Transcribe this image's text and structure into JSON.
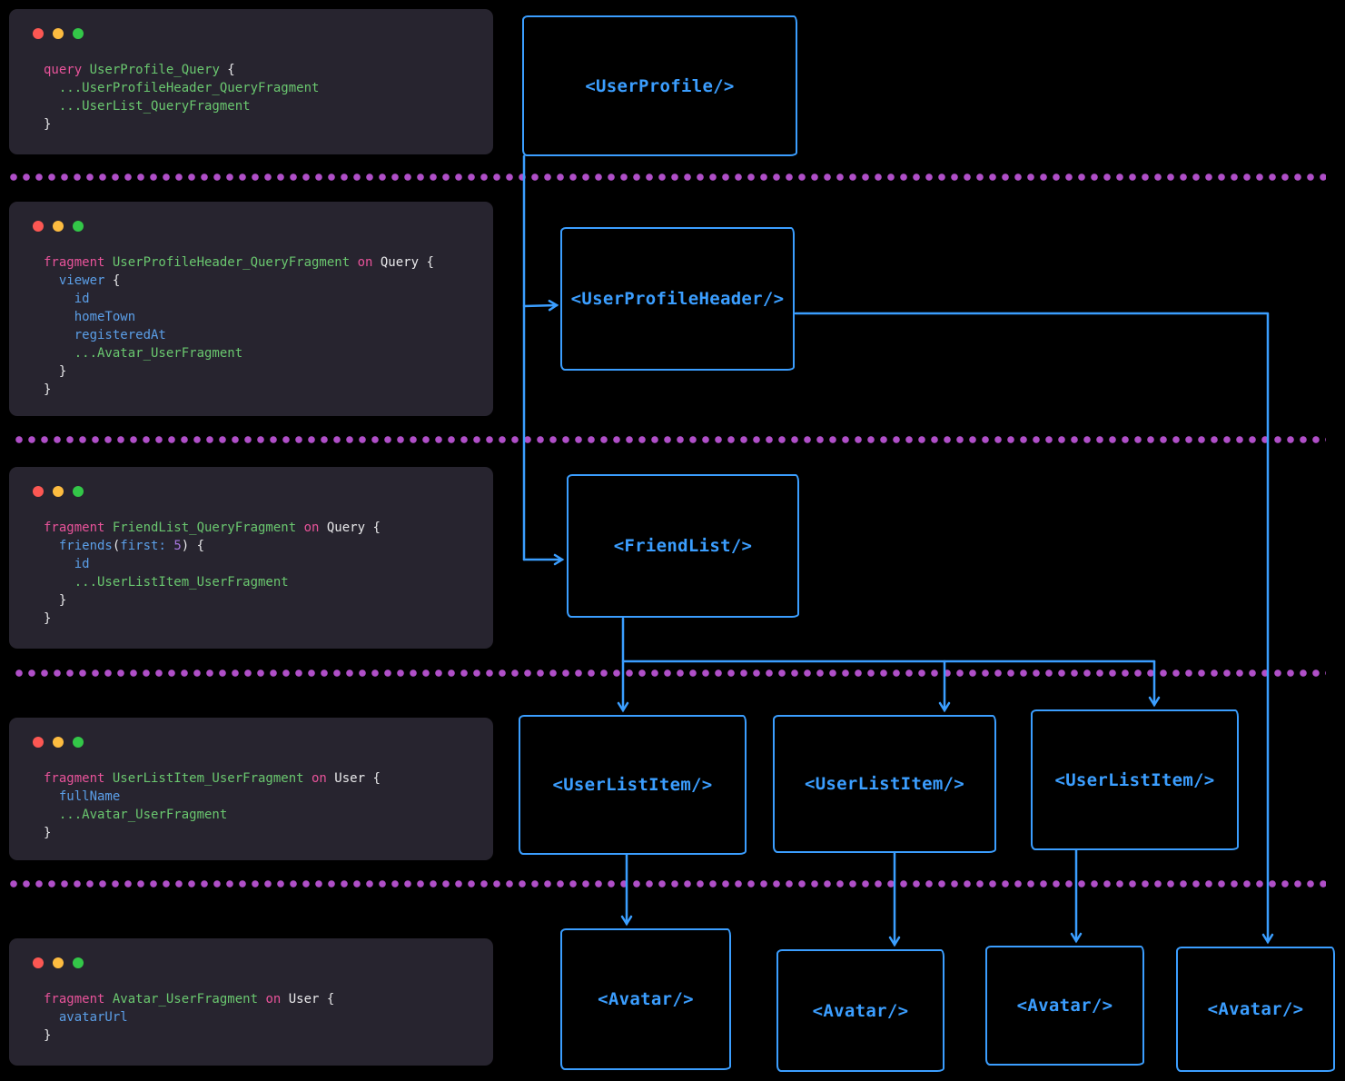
{
  "colors": {
    "background": "#000000",
    "window_bg": "#27242f",
    "accent_blue": "#3b9eff",
    "separator_purple": "#b04fc8",
    "traffic_red": "#fc5753",
    "traffic_yellow": "#fdbc40",
    "traffic_green": "#33c748",
    "code_pink": "#e8539a",
    "code_green": "#6ac76f",
    "code_blue": "#5b9fe8",
    "code_white": "#e8e8ea",
    "code_purple": "#a878e0"
  },
  "windows": [
    {
      "name": "query-window",
      "lines": [
        [
          {
            "t": "query ",
            "c": "pink"
          },
          {
            "t": "UserProfile_Query",
            "c": "green"
          },
          {
            "t": " {",
            "c": "white"
          }
        ],
        [
          {
            "t": "  ...UserProfileHeader_QueryFragment",
            "c": "green"
          }
        ],
        [
          {
            "t": "  ...UserList_QueryFragment",
            "c": "green"
          }
        ],
        [
          {
            "t": "}",
            "c": "white"
          }
        ]
      ]
    },
    {
      "name": "userprofileheader-fragment-window",
      "lines": [
        [
          {
            "t": "fragment ",
            "c": "pink"
          },
          {
            "t": "UserProfileHeader_QueryFragment",
            "c": "green"
          },
          {
            "t": " on ",
            "c": "pink"
          },
          {
            "t": "Query {",
            "c": "white"
          }
        ],
        [
          {
            "t": "  viewer",
            "c": "blue"
          },
          {
            "t": " {",
            "c": "white"
          }
        ],
        [
          {
            "t": "    id",
            "c": "blue"
          }
        ],
        [
          {
            "t": "    homeTown",
            "c": "blue"
          }
        ],
        [
          {
            "t": "    registeredAt",
            "c": "blue"
          }
        ],
        [
          {
            "t": "    ...Avatar_UserFragment",
            "c": "green"
          }
        ],
        [
          {
            "t": "  }",
            "c": "white"
          }
        ],
        [
          {
            "t": "}",
            "c": "white"
          }
        ]
      ]
    },
    {
      "name": "friendlist-fragment-window",
      "lines": [
        [
          {
            "t": "fragment ",
            "c": "pink"
          },
          {
            "t": "FriendList_QueryFragment",
            "c": "green"
          },
          {
            "t": " on ",
            "c": "pink"
          },
          {
            "t": "Query {",
            "c": "white"
          }
        ],
        [
          {
            "t": "  friends",
            "c": "blue"
          },
          {
            "t": "(",
            "c": "white"
          },
          {
            "t": "first: ",
            "c": "blue"
          },
          {
            "t": "5",
            "c": "purple"
          },
          {
            "t": ") {",
            "c": "white"
          }
        ],
        [
          {
            "t": "    id",
            "c": "blue"
          }
        ],
        [
          {
            "t": "    ...UserListItem_UserFragment",
            "c": "green"
          }
        ],
        [
          {
            "t": "  }",
            "c": "white"
          }
        ],
        [
          {
            "t": "}",
            "c": "white"
          }
        ]
      ]
    },
    {
      "name": "userlistitem-fragment-window",
      "lines": [
        [
          {
            "t": "fragment ",
            "c": "pink"
          },
          {
            "t": "UserListItem_UserFragment",
            "c": "green"
          },
          {
            "t": " on ",
            "c": "pink"
          },
          {
            "t": "User {",
            "c": "white"
          }
        ],
        [
          {
            "t": "  fullName",
            "c": "blue"
          }
        ],
        [
          {
            "t": "  ...Avatar_UserFragment",
            "c": "green"
          }
        ],
        [
          {
            "t": "}",
            "c": "white"
          }
        ]
      ]
    },
    {
      "name": "avatar-fragment-window",
      "lines": [
        [
          {
            "t": "fragment ",
            "c": "pink"
          },
          {
            "t": "Avatar_UserFragment",
            "c": "green"
          },
          {
            "t": " on ",
            "c": "pink"
          },
          {
            "t": "User {",
            "c": "white"
          }
        ],
        [
          {
            "t": "  avatarUrl",
            "c": "blue"
          }
        ],
        [
          {
            "t": "}",
            "c": "white"
          }
        ]
      ]
    }
  ],
  "boxes": [
    {
      "label": "<UserProfile/>"
    },
    {
      "label": "<UserProfileHeader/>"
    },
    {
      "label": "<FriendList/>"
    },
    {
      "label": "<UserListItem/>"
    },
    {
      "label": "<UserListItem/>"
    },
    {
      "label": "<UserListItem/>"
    },
    {
      "label": "<Avatar/>"
    },
    {
      "label": "<Avatar/>"
    },
    {
      "label": "<Avatar/>"
    },
    {
      "label": "<Avatar/>"
    }
  ]
}
